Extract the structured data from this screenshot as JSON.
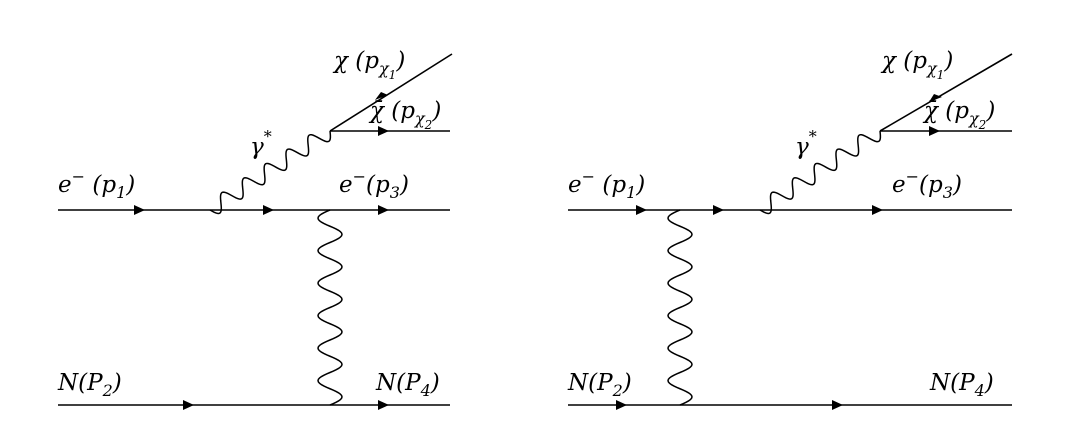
{
  "diagrams": [
    {
      "electron_in": {
        "sym": "e",
        "sup": "−",
        "open": " (",
        "mom": "p",
        "sub": "1",
        "close": ")"
      },
      "electron_out": {
        "sym": "e",
        "sup": "−",
        "open": "(",
        "mom": "p",
        "sub": "3",
        "close": ")"
      },
      "nucleus_in": {
        "sym": "N",
        "open": "(",
        "mom": "P",
        "sub": "2",
        "close": ")"
      },
      "nucleus_out": {
        "sym": "N",
        "open": "(",
        "mom": "P",
        "sub": "4",
        "close": ")"
      },
      "photon": {
        "sym": "γ",
        "sup": "*"
      },
      "chi": {
        "sym": "χ",
        "open": " (",
        "mom": "p",
        "sub": "χ",
        "subsub": "1",
        "close": ")"
      },
      "chibar": {
        "sym": "χ̄",
        "open": " (",
        "mom": "p",
        "sub": "χ",
        "subsub": "2",
        "close": ")"
      }
    },
    {
      "electron_in": {
        "sym": "e",
        "sup": "−",
        "open": " (",
        "mom": "p",
        "sub": "1",
        "close": ")"
      },
      "electron_out": {
        "sym": "e",
        "sup": "−",
        "open": "(",
        "mom": "p",
        "sub": "3",
        "close": ")"
      },
      "nucleus_in": {
        "sym": "N",
        "open": "(",
        "mom": "P",
        "sub": "2",
        "close": ")"
      },
      "nucleus_out": {
        "sym": "N",
        "open": "(",
        "mom": "P",
        "sub": "4",
        "close": ")"
      },
      "photon": {
        "sym": "γ",
        "sup": "*"
      },
      "chi": {
        "sym": "χ",
        "open": " (",
        "mom": "p",
        "sub": "χ",
        "subsub": "1",
        "close": ")"
      },
      "chibar": {
        "sym": "χ̄",
        "open": " (",
        "mom": "p",
        "sub": "χ",
        "subsub": "2",
        "close": ")"
      }
    }
  ]
}
